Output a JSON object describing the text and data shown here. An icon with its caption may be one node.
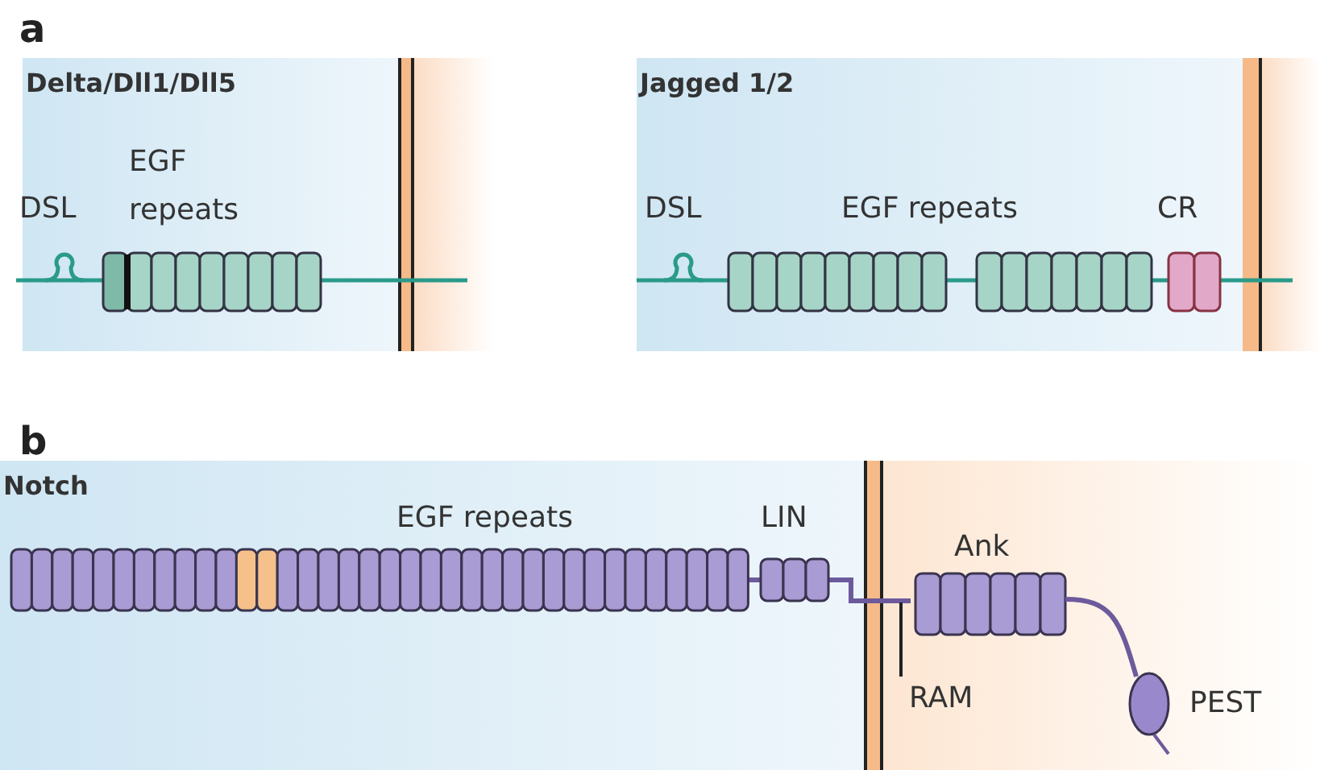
{
  "diagram": {
    "nodes": [
      {
        "text": [
          "Delta/Dll1/Dll5"
        ]
      },
      {
        "text": [
          "Jagged 1/2"
        ]
      },
      {
        "text": [
          "Notch"
        ]
      }
    ],
    "labels": [
      "a",
      "DSL",
      "EGF repeats",
      "DSL",
      "EGF repeats",
      "CR",
      "b",
      "EGF repeats",
      "LIN",
      "Ank",
      "RAM",
      "PEST"
    ]
  }
}
